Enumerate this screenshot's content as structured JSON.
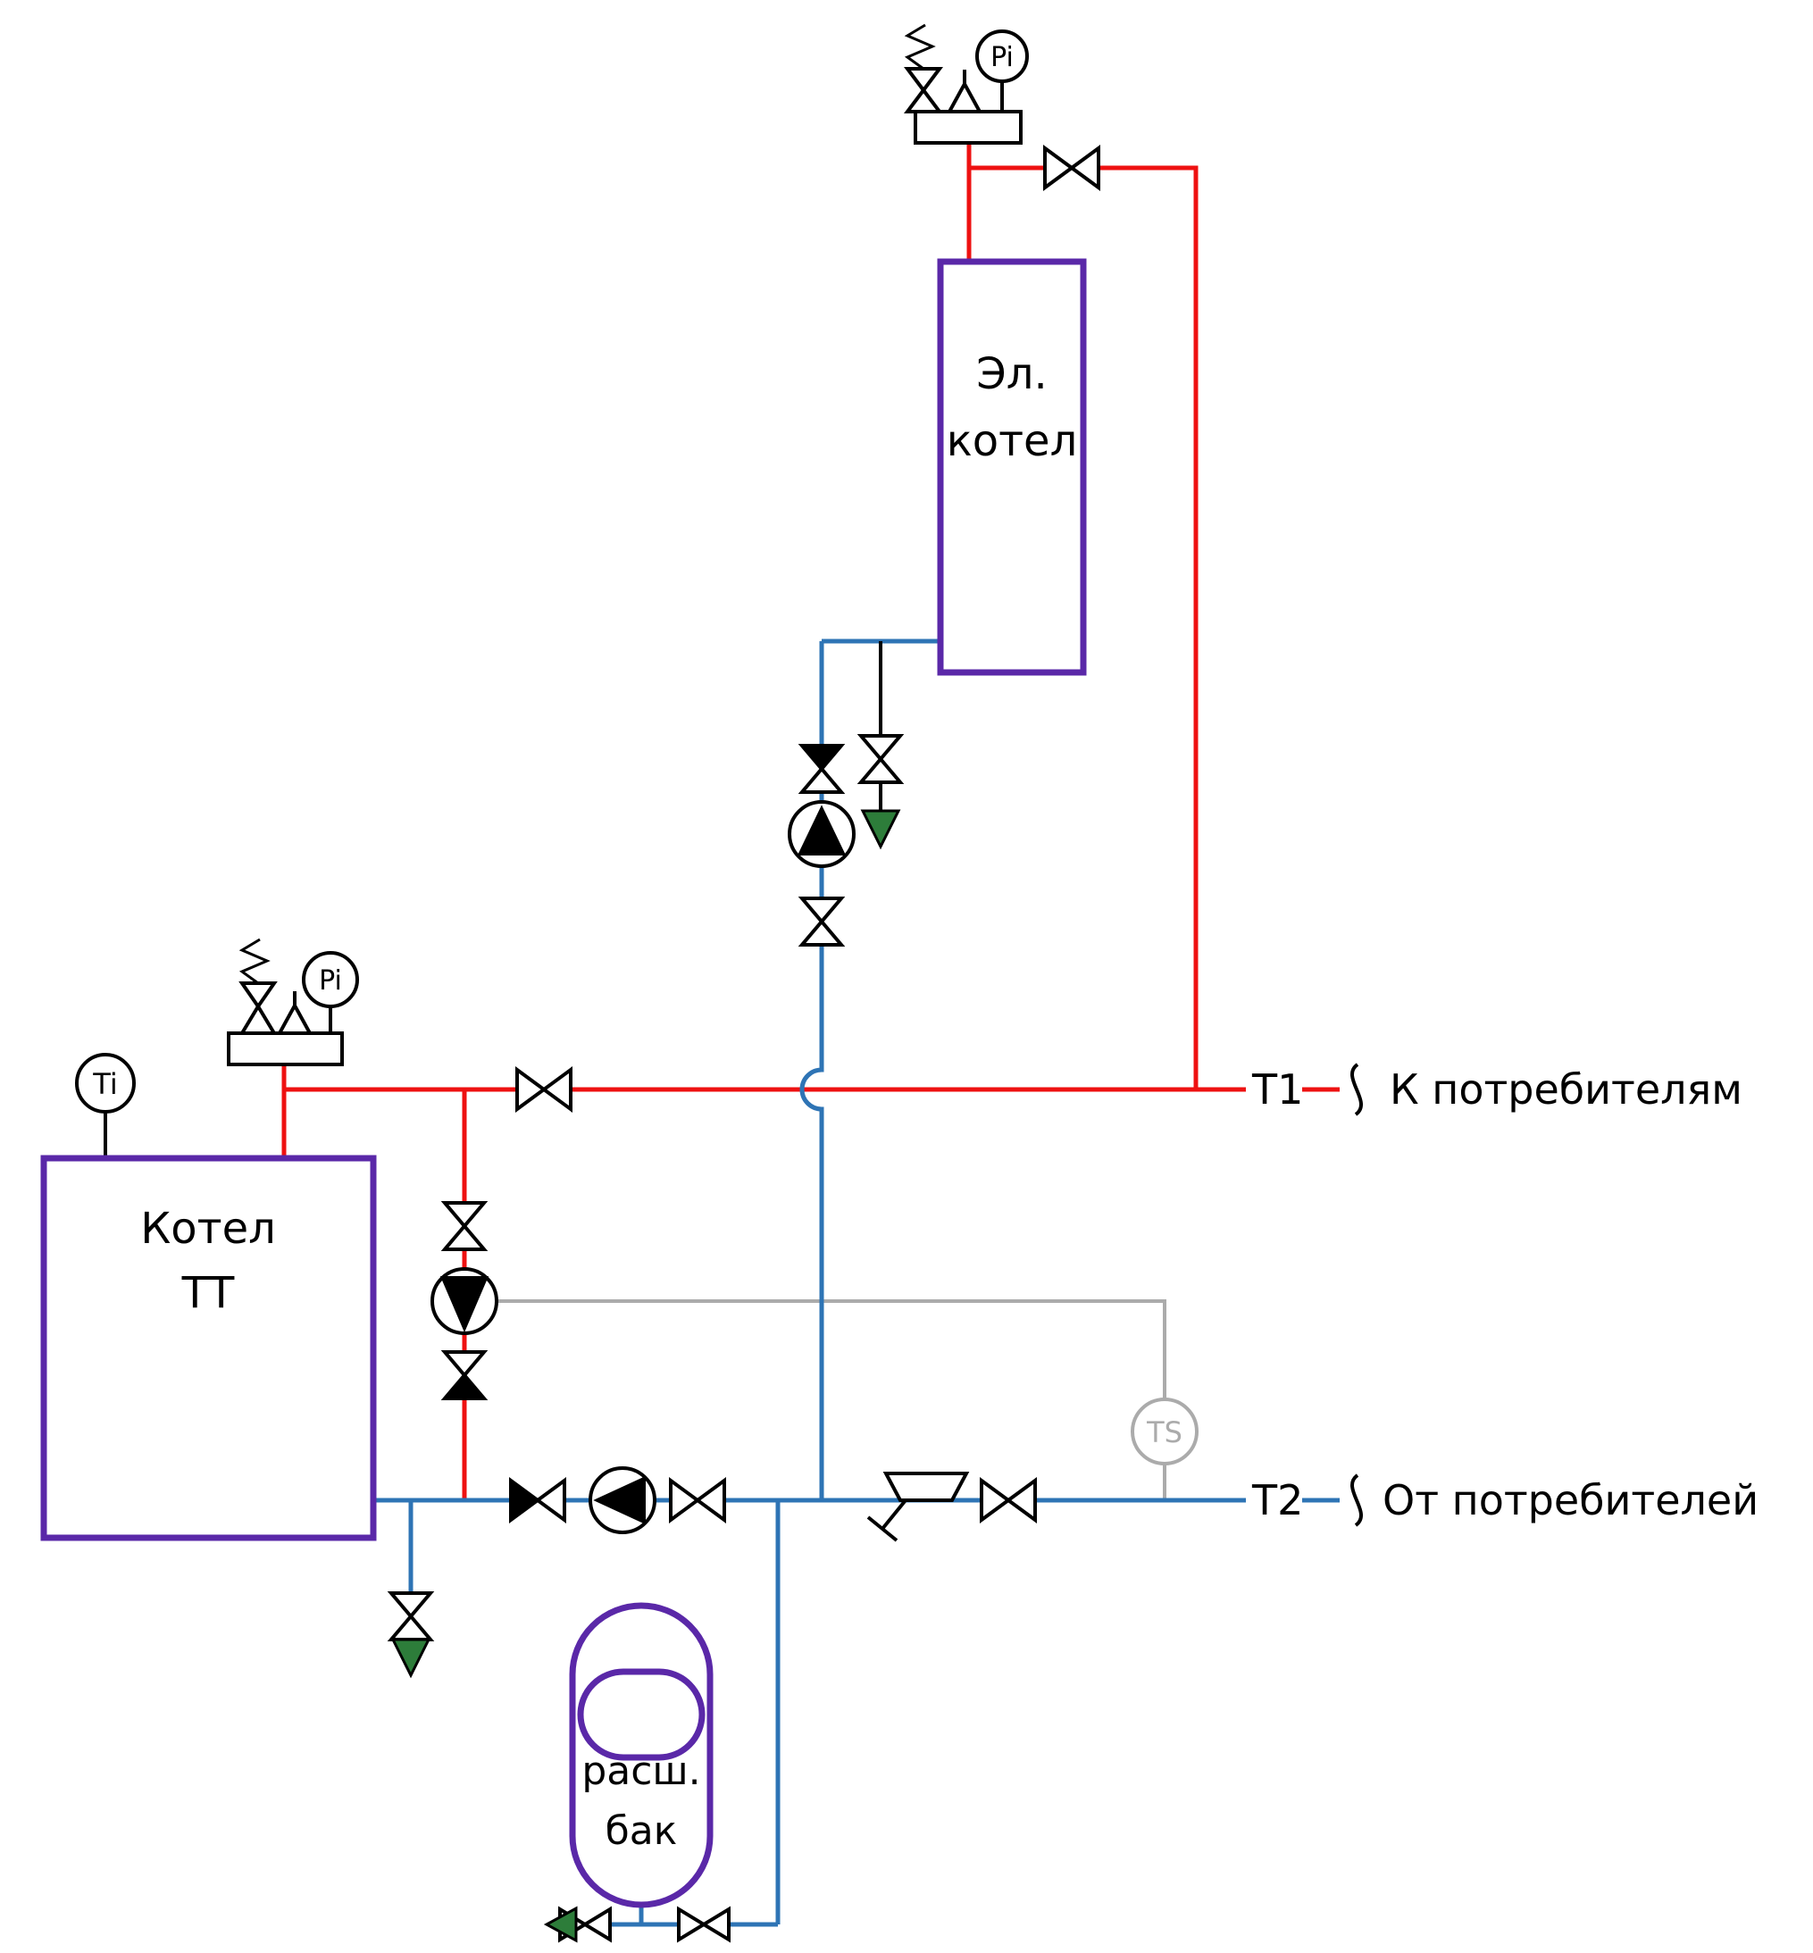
{
  "diagram": {
    "equipment": {
      "electric_boiler": {
        "line1": "Эл.",
        "line2": "котел"
      },
      "solid_fuel_boiler": {
        "line1": "Котел",
        "line2": "ТТ"
      },
      "expansion_tank": {
        "line1": "расш.",
        "line2": "бак"
      }
    },
    "instruments": {
      "pressure_gauge": "Pi",
      "thermometer": "Ti",
      "temperature_sensor": "TS"
    },
    "lines": {
      "supply": {
        "tag": "Т1",
        "caption": "К потребителям"
      },
      "return": {
        "tag": "Т2",
        "caption": "От потребителей"
      }
    },
    "colors": {
      "supply": "#ee1111",
      "return": "#2e74b5",
      "equipment": "#5a28a8",
      "control": "#ababab",
      "drain": "#2d7d3a",
      "symbol": "#000000"
    }
  }
}
